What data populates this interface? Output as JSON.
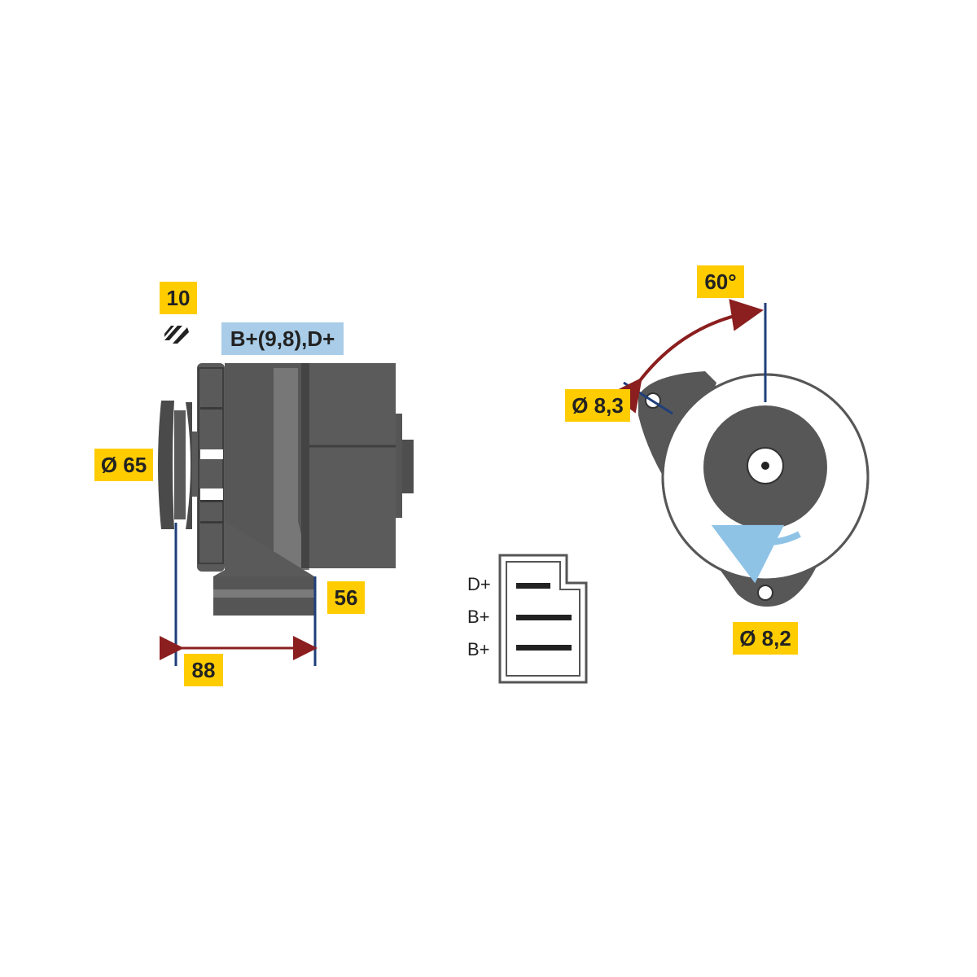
{
  "labels": {
    "poles": "10",
    "connection": "B+(9,8),D+",
    "pulley_diameter": "Ø 65",
    "length_total": "88",
    "length_body": "56",
    "angle": "60°",
    "hole_upper": "Ø 8,3",
    "hole_lower": "Ø 8,2"
  },
  "connector_terminals": [
    "D+",
    "B+",
    "B+"
  ],
  "icons": {
    "poles": "pole-count-icon",
    "rotation": "rotation-direction-icon"
  },
  "colors": {
    "label_bg": "#ffcc00",
    "connection_bg": "#a9cde8",
    "body": "#555555",
    "dimension_line": "#1f3f7a",
    "arrow": "#8b1e1e",
    "rotation_arrow": "#8ec3e6"
  }
}
